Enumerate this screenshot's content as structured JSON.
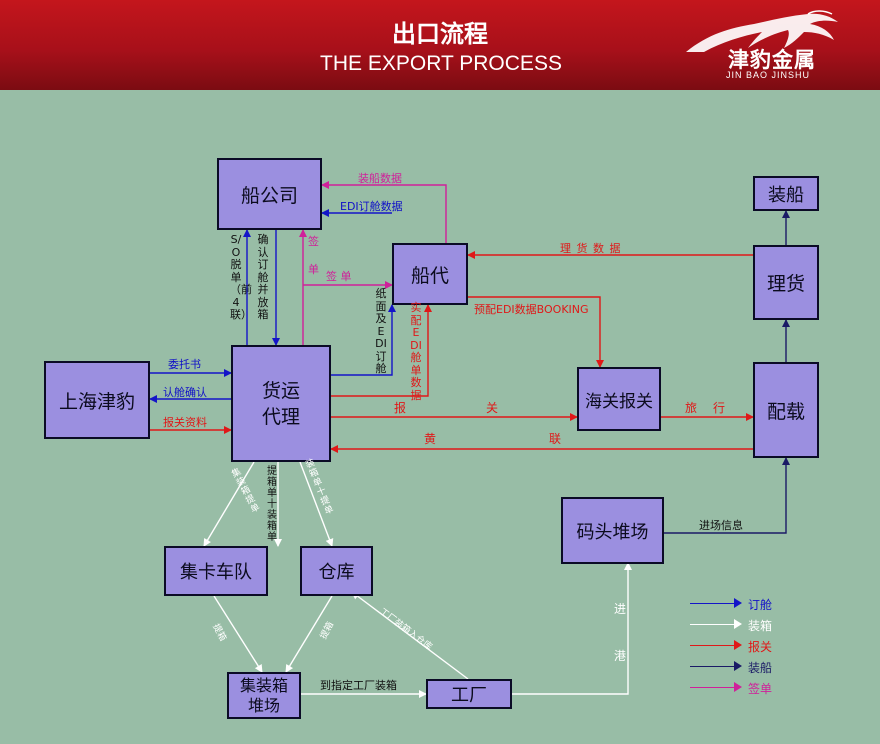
{
  "header": {
    "title_cn": "出口流程",
    "title_en": "THE EXPORT PROCESS"
  },
  "logo": {
    "name": "津豹金属",
    "pinyin": "JIN BAO JINSHU"
  },
  "boxes": {
    "shipping_company": "船公司",
    "ship_agent": "船代",
    "shanghai_jinbao": "上海津豹",
    "freight_forwarder": "货运代理",
    "customs": "海关报关",
    "stowage": "配载",
    "tally": "理货",
    "loading": "装船",
    "terminal_yard": "码头堆场",
    "truck_fleet": "集卡车队",
    "warehouse": "仓库",
    "container_yard": "集装箱堆场",
    "factory": "工厂"
  },
  "labels": {
    "loading_data": "装船数据",
    "edi_booking_data": "EDI订舱数据",
    "tally_data": "理 货 数 据",
    "sign_bill": "签 单",
    "sign_vertical": "签",
    "bill_vertical": "单",
    "so_release": "S/O脱单（前4联）",
    "confirm_booking": "确认订舱并放箱",
    "paper_edi_booking": "纸面及EDI订舱",
    "actual_edi_data": "实配EDI舱单数据",
    "pre_edi_booking": "预配EDI数据BOOKING",
    "entrust": "委托书",
    "booking_confirm": "认舱确认",
    "customs_docs": "报关资料",
    "declare_1": "报",
    "declare_2": "关",
    "release_1": "旅",
    "release_2": "行",
    "yellow_1": "黄",
    "yellow_2": "联",
    "truck_order": "集装箱提单",
    "pickup_packing": "提箱单十装箱单",
    "packing_slip": "装箱单十提单",
    "pickup_1": "提箱",
    "pickup_2": "提箱",
    "to_factory": "到指定工厂装箱",
    "factory_to_wh": "工厂装箱入仓库",
    "arrival_info": "进场信息",
    "enter_port_1": "进",
    "enter_port_2": "港"
  },
  "legend": [
    {
      "label": "订舱",
      "color": "#1414c8"
    },
    {
      "label": "装箱",
      "color": "#ffffff"
    },
    {
      "label": "报关",
      "color": "#e01818"
    },
    {
      "label": "装船",
      "color": "#1a1a66"
    },
    {
      "label": "签单",
      "color": "#d0209a"
    }
  ]
}
